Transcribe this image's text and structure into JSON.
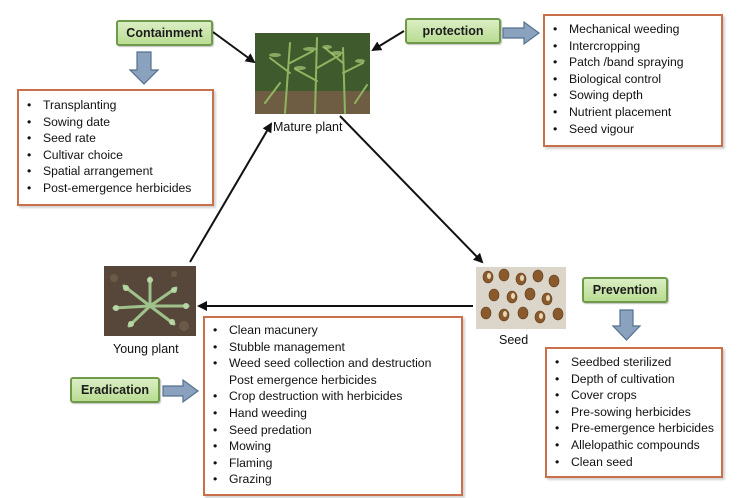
{
  "tags": {
    "containment": "Containment",
    "protection": "protection",
    "prevention": "Prevention",
    "eradication": "Eradication"
  },
  "stages": {
    "mature": "Mature plant",
    "seed": "Seed",
    "young": "Young plant"
  },
  "lists": {
    "containment": [
      "Transplanting",
      " Sowing date",
      "Seed rate",
      " Cultivar choice",
      "Spatial arrangement",
      "Post-emergence herbicides"
    ],
    "protection": [
      "Mechanical weeding",
      "Intercropping",
      "Patch /band spraying",
      "Biological control",
      "Sowing depth",
      "Nutrient placement",
      "Seed vigour"
    ],
    "prevention": [
      "Seedbed sterilized",
      "Depth of cultivation",
      "Cover crops",
      "Pre-sowing herbicides",
      "Pre-emergence herbicides",
      "Allelopathic compounds",
      "Clean seed"
    ],
    "eradication": [
      "Clean macunery",
      "Stubble management",
      "Weed seed collection and destruction Post emergence herbicides",
      "Crop destruction with herbicides",
      "Hand weeding",
      "Seed predation",
      "Mowing",
      "Flaming",
      "Grazing"
    ]
  },
  "colors": {
    "tag_fill": "#b9dc92",
    "tag_border": "#6f9a4a",
    "box_border": "#c9704a",
    "arrow_fill": "#8aa2be",
    "arrow_stroke": "#55708f"
  },
  "icons": [
    "mature-plant-photo",
    "seed-photo",
    "young-plant-photo"
  ]
}
